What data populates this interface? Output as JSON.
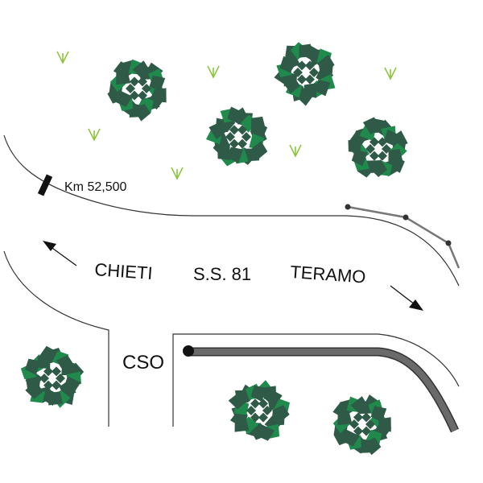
{
  "labels": {
    "km": "Km 52,500",
    "west": "CHIETI",
    "road": "S.S. 81",
    "east": "TERAMO",
    "cso": "CSO"
  },
  "colors": {
    "tree_dark": "#2f5a48",
    "tree_light": "#1f8a4c",
    "grass": "#8dc63f",
    "road_line": "#333333",
    "pipe": "#666666"
  }
}
